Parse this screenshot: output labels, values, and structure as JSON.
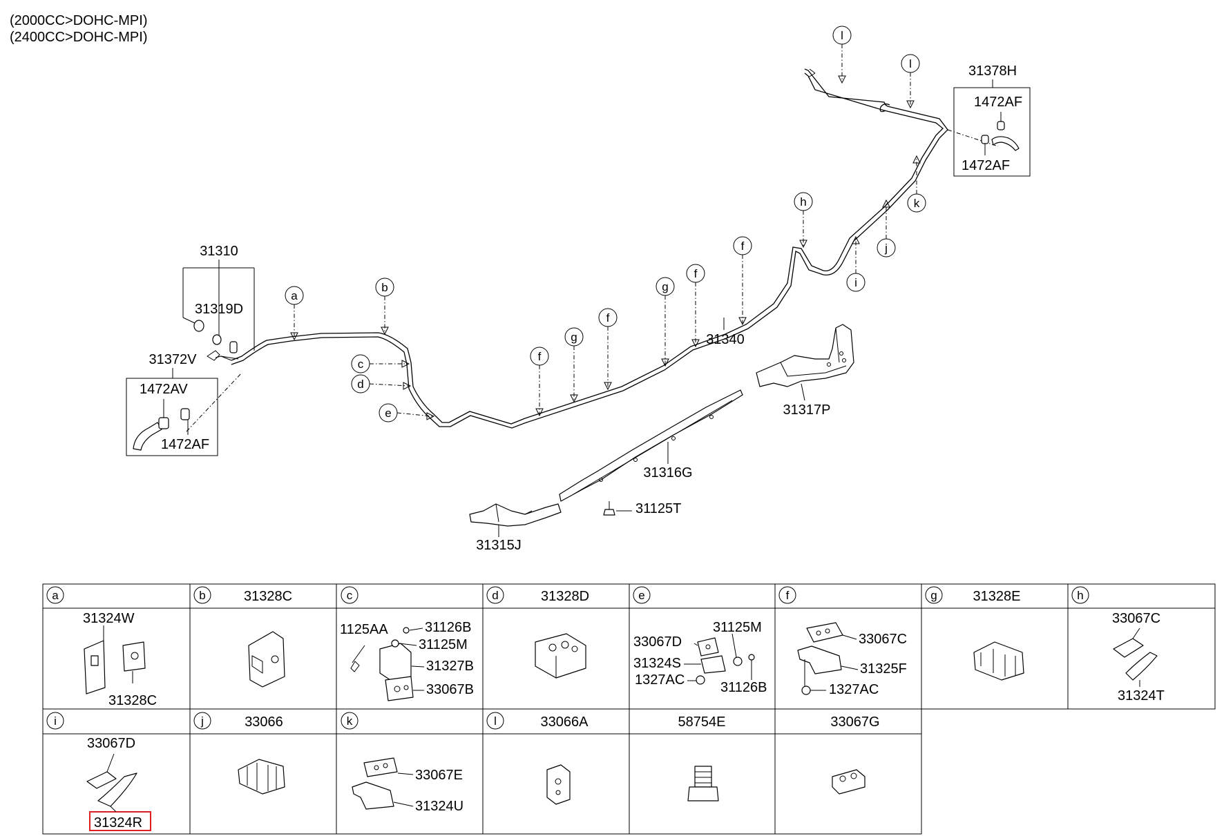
{
  "header": {
    "line1": "(2000CC>DOHC-MPI)",
    "line2": "(2400CC>DOHC-MPI)"
  },
  "diagram": {
    "labels": {
      "p31310": "31310",
      "p31319D": "31319D",
      "p31372V": "31372V",
      "p1472AV": "1472AV",
      "p1472AF_left": "1472AF",
      "p31340": "31340",
      "p31378H": "31378H",
      "p1472AF_top": "1472AF",
      "p1472AF_bottom": "1472AF",
      "p31317P": "31317P",
      "p31316G": "31316G",
      "p31125T": "31125T",
      "p31315J": "31315J"
    },
    "callouts": {
      "a": "a",
      "b": "b",
      "c": "c",
      "d": "d",
      "e": "e",
      "f": "f",
      "g": "g",
      "h": "h",
      "i": "i",
      "j": "j",
      "k": "k",
      "l": "l"
    }
  },
  "table": {
    "cells": [
      {
        "letter": "a",
        "title": "",
        "parts": [
          "31324W",
          "31328C"
        ]
      },
      {
        "letter": "b",
        "title": "31328C",
        "parts": []
      },
      {
        "letter": "c",
        "title": "",
        "parts": [
          "1125AA",
          "31126B",
          "31125M",
          "31327B",
          "33067B"
        ]
      },
      {
        "letter": "d",
        "title": "31328D",
        "parts": []
      },
      {
        "letter": "e",
        "title": "",
        "parts": [
          "33067D",
          "31125M",
          "31324S",
          "1327AC",
          "31126B"
        ]
      },
      {
        "letter": "f",
        "title": "",
        "parts": [
          "33067C",
          "31325F",
          "1327AC"
        ]
      },
      {
        "letter": "g",
        "title": "31328E",
        "parts": []
      },
      {
        "letter": "h",
        "title": "",
        "parts": [
          "33067C",
          "31324T"
        ]
      },
      {
        "letter": "i",
        "title": "",
        "parts": [
          "33067D",
          "31324R"
        ]
      },
      {
        "letter": "j",
        "title": "33066",
        "parts": []
      },
      {
        "letter": "k",
        "title": "",
        "parts": [
          "33067E",
          "31324U"
        ]
      },
      {
        "letter": "l",
        "title": "33066A",
        "parts": []
      },
      {
        "letter": "",
        "title": "58754E",
        "parts": []
      },
      {
        "letter": "",
        "title": "33067G",
        "parts": []
      }
    ],
    "highlight_color": "#e02020"
  }
}
